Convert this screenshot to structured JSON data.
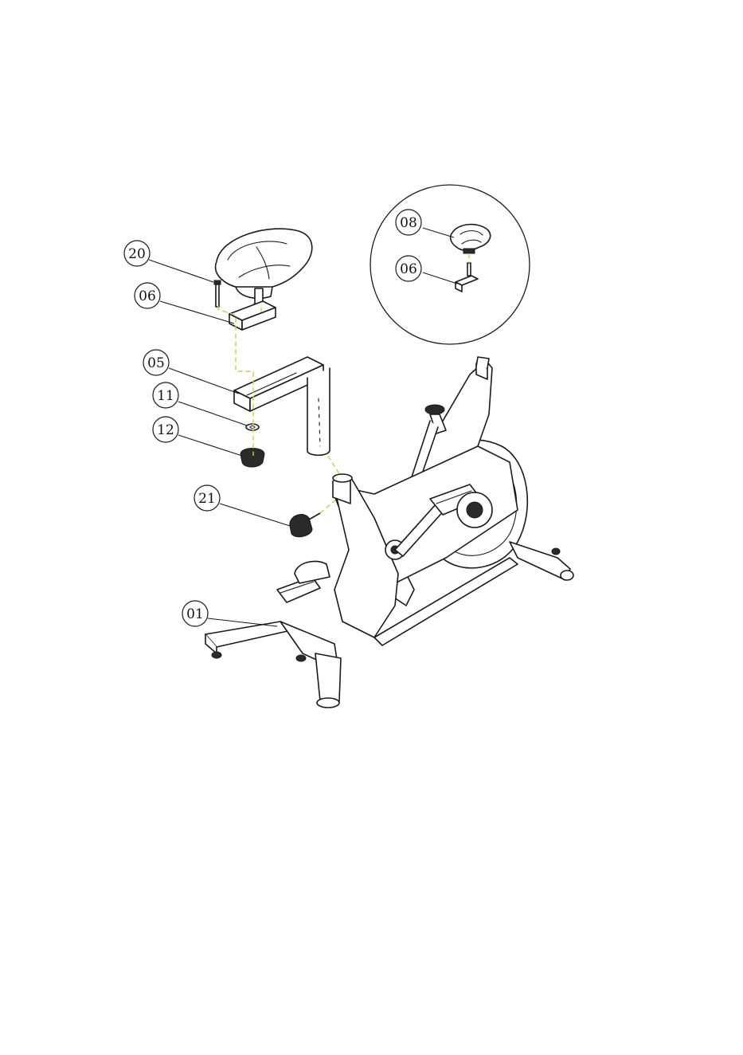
{
  "callouts": {
    "c20": "20",
    "c06": "06",
    "c05": "05",
    "c11": "11",
    "c12": "12",
    "c21": "21",
    "c01": "01",
    "c08_detail": "08",
    "c06_detail": "06"
  },
  "colors": {
    "guide_line": "#d4c84a",
    "line_art": "#1a1a1a"
  }
}
